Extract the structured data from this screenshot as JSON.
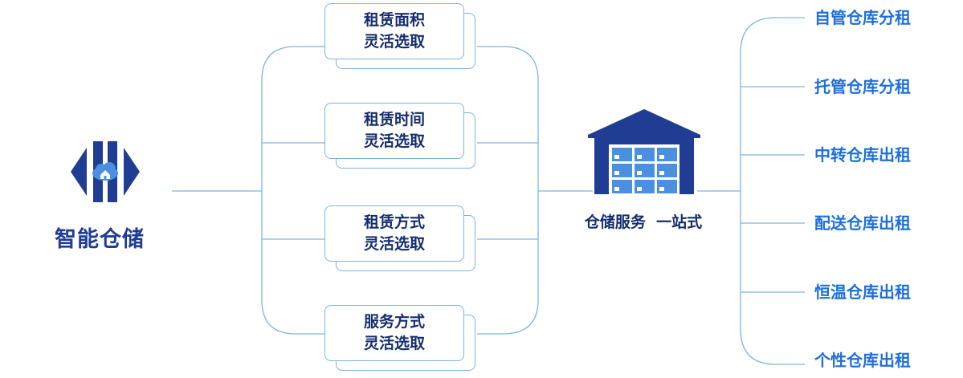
{
  "logo": {
    "icon": "h-house-logo-icon",
    "text": "智能仓储"
  },
  "options": [
    {
      "line1": "租赁面积",
      "line2": "灵活选取"
    },
    {
      "line1": "租赁时间",
      "line2": "灵活选取"
    },
    {
      "line1": "租赁方式",
      "line2": "灵活选取"
    },
    {
      "line1": "服务方式",
      "line2": "灵活选取"
    }
  ],
  "center": {
    "icon": "warehouse-icon",
    "label": "仓储服务  一站式"
  },
  "services": [
    "自管仓库分租",
    "托管仓库分租",
    "中转仓库出租",
    "配送仓库出租",
    "恒温仓库出租",
    "个性仓库出租"
  ],
  "colors": {
    "line": "#7fb4d8",
    "navy": "#152d6b",
    "brand": "#1f3d93",
    "accent": "#1e6fd9"
  }
}
